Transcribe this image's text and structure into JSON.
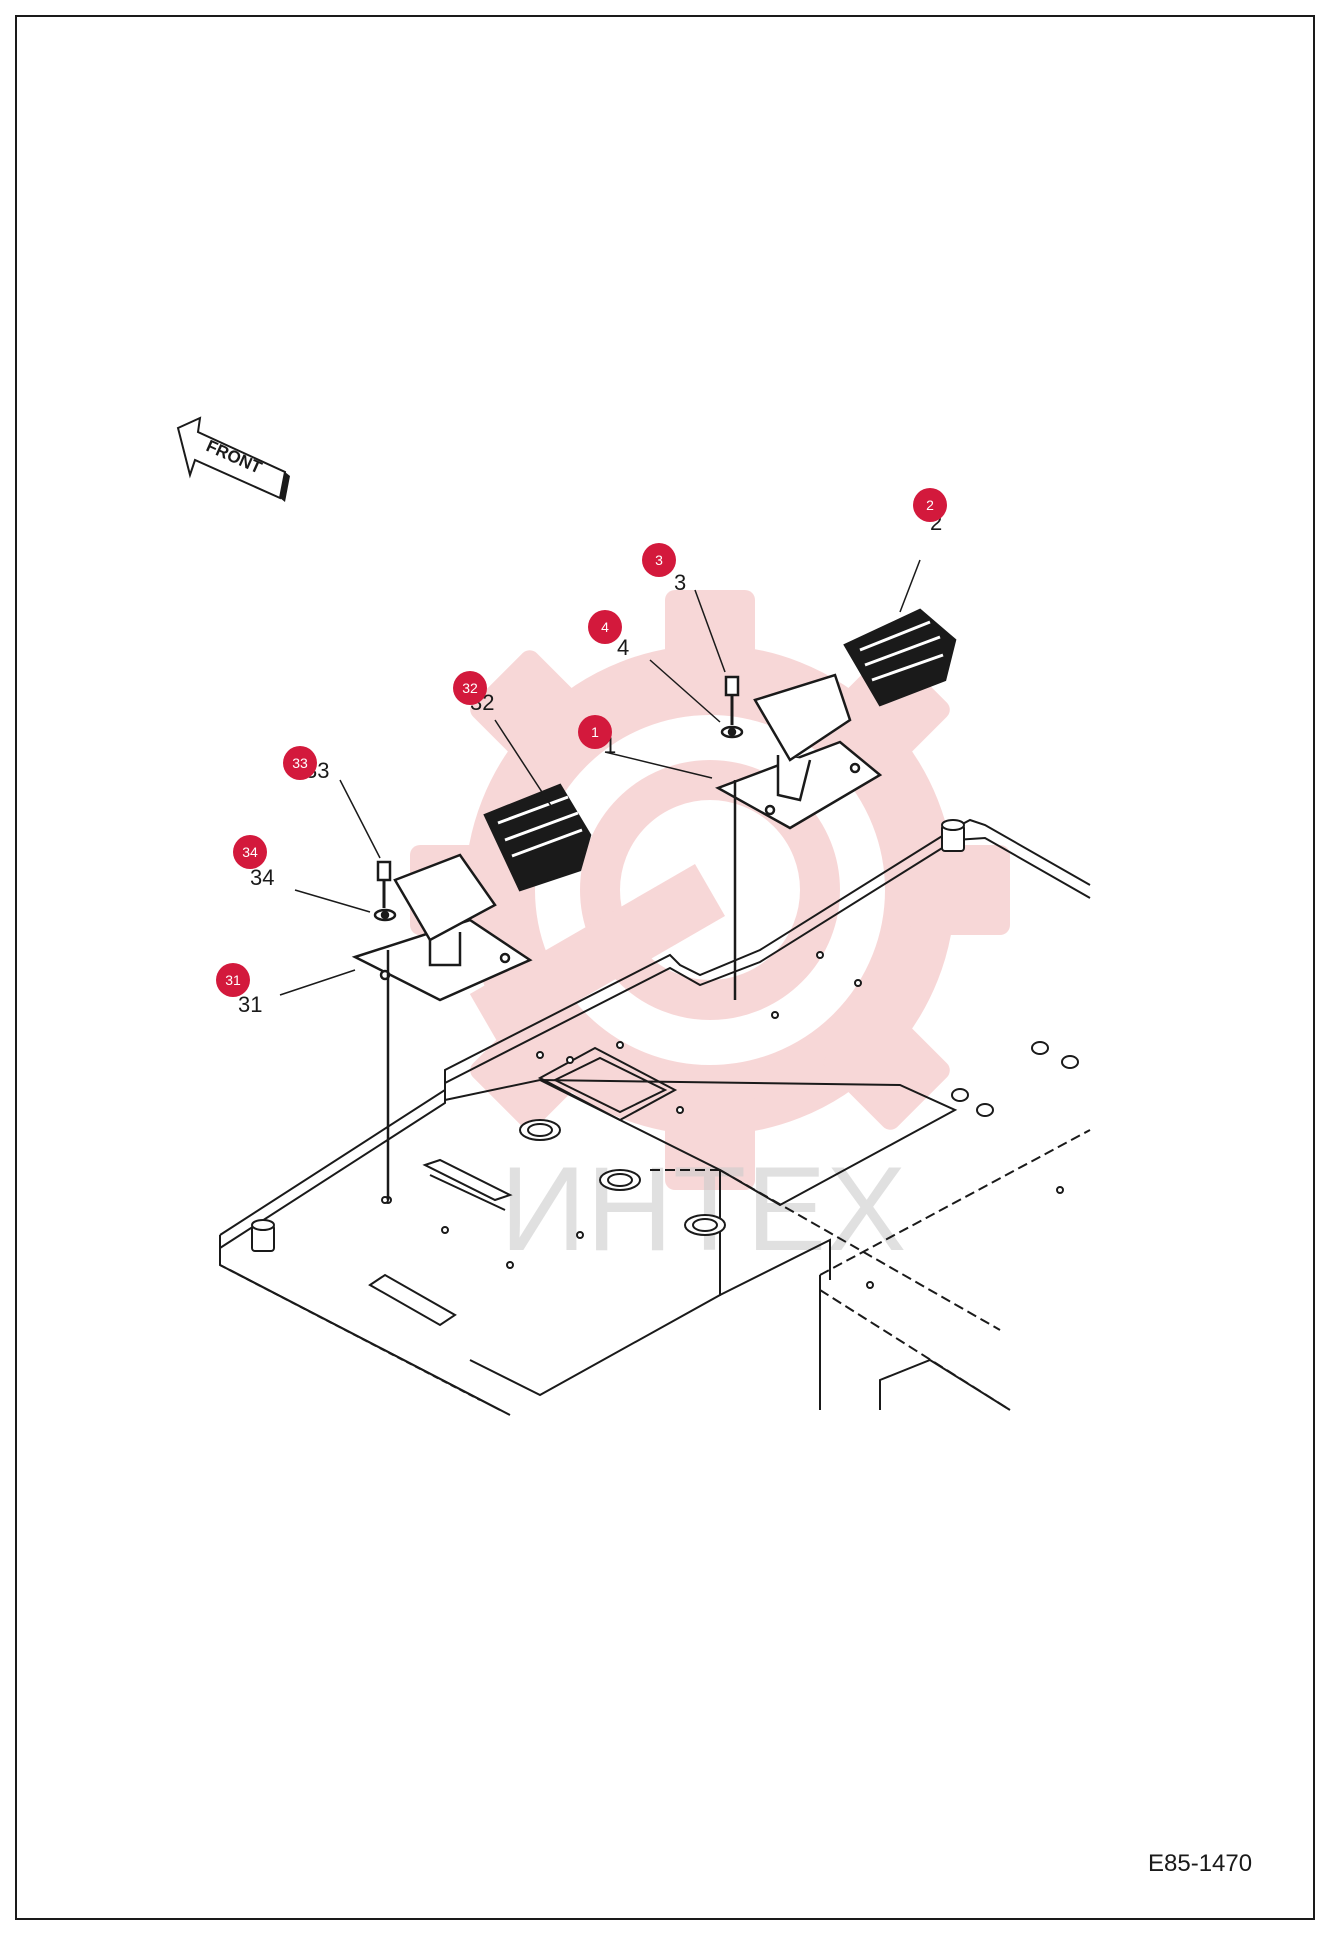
{
  "direction_label": "FRONT",
  "watermark_text": "ИНТЕХ",
  "drawing_code": "E85-1470",
  "colors": {
    "callout": "#d3193c",
    "line": "#1a1a1a",
    "watermark": "#f2b7b7"
  },
  "parts": [
    {
      "num": "1",
      "callout": "1"
    },
    {
      "num": "2",
      "callout": "2"
    },
    {
      "num": "3",
      "callout": "3"
    },
    {
      "num": "4",
      "callout": "4"
    },
    {
      "num": "31",
      "callout": "31"
    },
    {
      "num": "32",
      "callout": "32"
    },
    {
      "num": "33",
      "callout": "33"
    },
    {
      "num": "34",
      "callout": "34"
    }
  ]
}
